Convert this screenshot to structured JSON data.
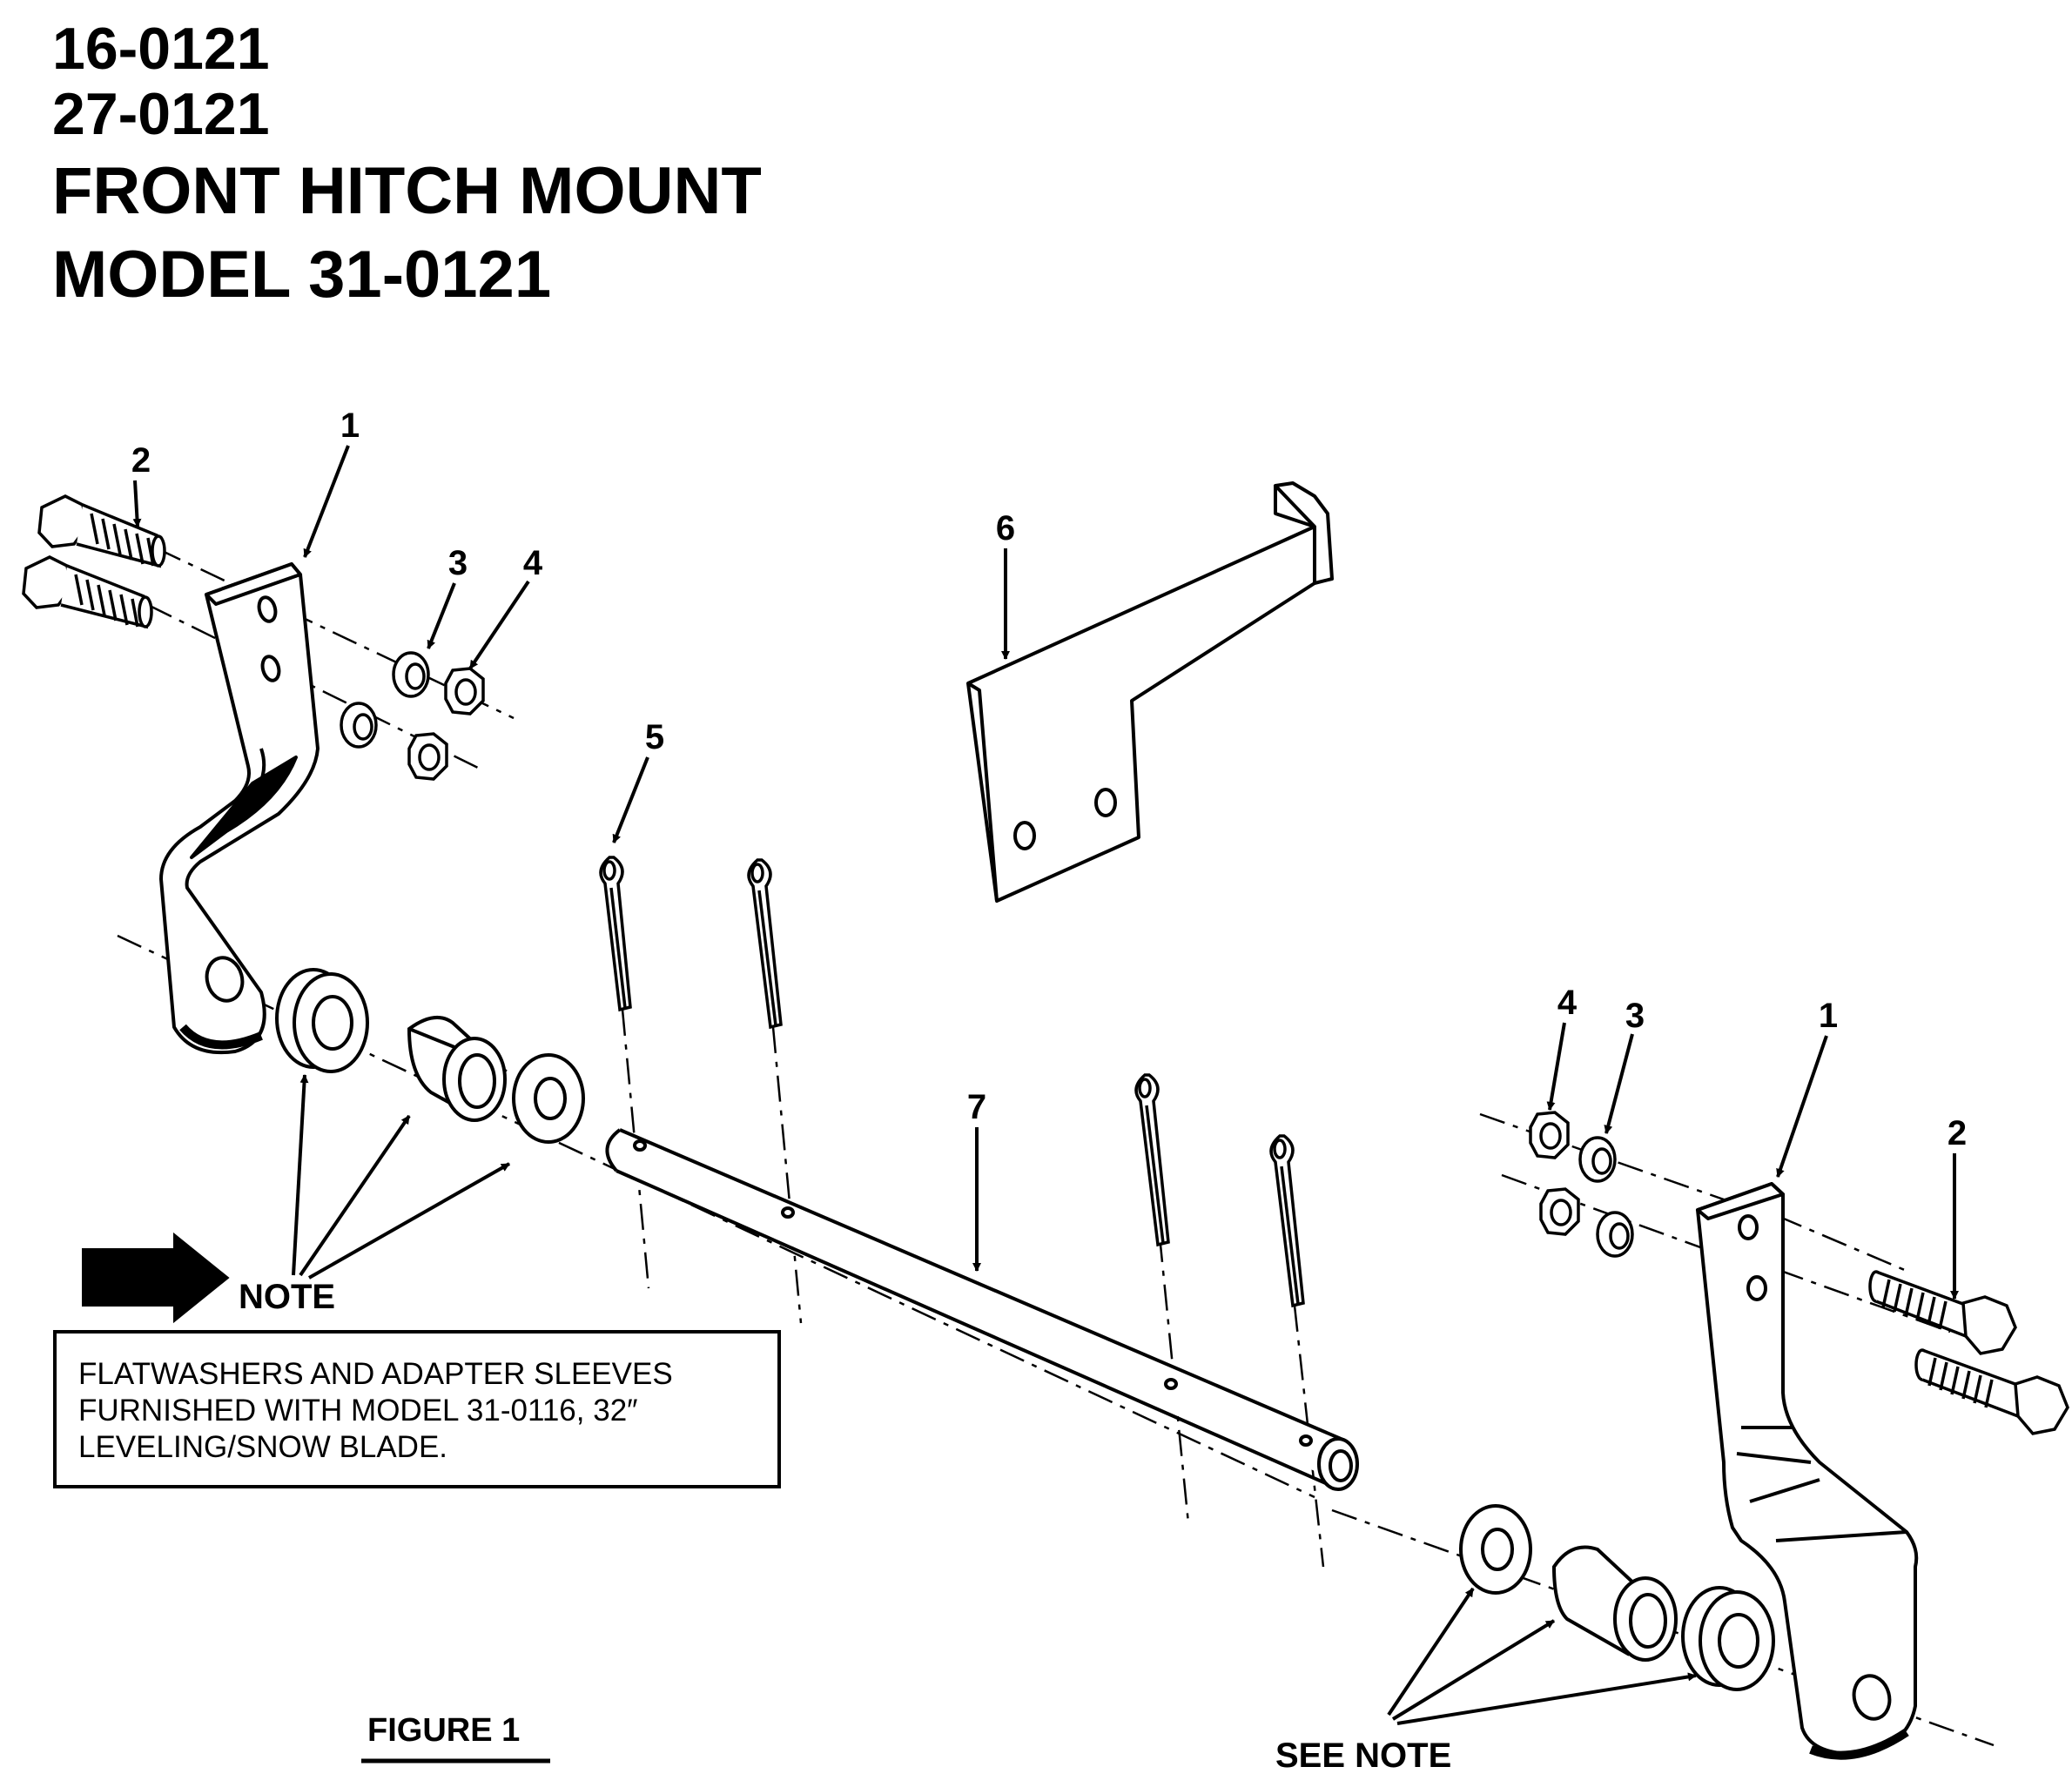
{
  "header": {
    "line1": "16-0121",
    "line2": "27-0121",
    "title": "FRONT HITCH MOUNT",
    "model": "MODEL 31-0121"
  },
  "callouts": {
    "bracket": "1",
    "bolt": "2",
    "lockwasher": "3",
    "nut": "4",
    "cotter_pin": "5",
    "plate": "6",
    "rod": "7"
  },
  "note": {
    "label": "NOTE",
    "box_lines": [
      "FLATWASHERS AND ADAPTER SLEEVES",
      "FURNISHED WITH MODEL  31-0116,  32″",
      "LEVELING/SNOW BLADE."
    ],
    "see_note": "SEE NOTE"
  },
  "figure_label": "FIGURE 1"
}
